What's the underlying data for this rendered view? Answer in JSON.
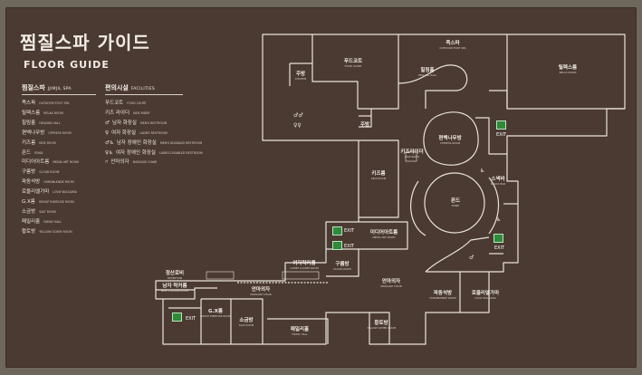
{
  "title": {
    "korean": "찜질스파 가이드",
    "english": "FLOOR GUIDE"
  },
  "legend": {
    "spa": {
      "heading": "찜질스파",
      "heading_en": "JJIMJIL SPA",
      "items": [
        {
          "ko": "족스파",
          "en": "OUTDOOR FOOT SPA"
        },
        {
          "ko": "릴렉스룸",
          "en": "RELAX ROOM"
        },
        {
          "ko": "힐링홀",
          "en": "HEALING HALL"
        },
        {
          "ko": "편백나무방",
          "en": "CYPRESS ROOM"
        },
        {
          "ko": "키즈룸",
          "en": "KIDS ROOM"
        },
        {
          "ko": "폰드",
          "en": "POND"
        },
        {
          "ko": "미디어아트룸",
          "en": "MEDIA ART ROOM"
        },
        {
          "ko": "구름방",
          "en": "CLOUD ROOM"
        },
        {
          "ko": "파동석방",
          "en": "HORNBLENDE ROOM"
        },
        {
          "ko": "로울리엘가마",
          "en": "LOVLY BULGAMA"
        },
        {
          "ko": "G.X룸",
          "en": "GROUP EXERCISE ROOM"
        },
        {
          "ko": "소금방",
          "en": "SALT ROOM"
        },
        {
          "ko": "패밀리홀",
          "en": "FAMILY HALL"
        },
        {
          "ko": "황토방",
          "en": "YELLOW OCHER ROOM"
        }
      ]
    },
    "facilities": {
      "heading": "편의시설",
      "heading_en": "FACILITIES",
      "items": [
        {
          "ko": "푸드코트",
          "en": "FOOD COURT"
        },
        {
          "ko": "키즈 라이더",
          "en": "KIDS RIDER"
        },
        {
          "ko": "남자 화장실",
          "en": "MEN'S RESTROOM",
          "icon": "man-icon"
        },
        {
          "ko": "여자 화장실",
          "en": "LADIES RESTROOM",
          "icon": "woman-icon"
        },
        {
          "ko": "남자 장애인 화장실",
          "en": "MEN'S DISABLED RESTROOM",
          "icon": "man-disabled-icon"
        },
        {
          "ko": "여자 장애인 화장실",
          "en": "LADIES DISABLED RESTROOM",
          "icon": "woman-disabled-icon"
        },
        {
          "ko": "안마의자",
          "en": "MASSAGE CHAIR",
          "icon": "massage-chair-icon"
        }
      ]
    }
  },
  "map": {
    "rooms": [
      {
        "id": "food-court",
        "ko": "푸드코트",
        "en": "FOOD COURT"
      },
      {
        "id": "foot-spa",
        "ko": "족스파",
        "en": "OUTDOOR FOOT SPA"
      },
      {
        "id": "relax",
        "ko": "릴렉스룸",
        "en": "RELAX ROOM"
      },
      {
        "id": "healing",
        "ko": "힐링홀",
        "en": "HEALING HALL"
      },
      {
        "id": "kitchen",
        "ko": "주방",
        "en": "KITCHEN"
      },
      {
        "id": "kitchen2",
        "ko": "주방",
        "en": ""
      },
      {
        "id": "cypress",
        "ko": "편백나무방",
        "en": "CYPRESS ROOM"
      },
      {
        "id": "kids",
        "ko": "키즈룸",
        "en": "KIDS ROOM"
      },
      {
        "id": "kids-rider",
        "ko": "키즈라이더",
        "en": "KIDS RIDER"
      },
      {
        "id": "pond",
        "ko": "폰드",
        "en": "POND"
      },
      {
        "id": "snack",
        "ko": "스넥바",
        "en": "SNACK BAR"
      },
      {
        "id": "media",
        "ko": "미디어아트룸",
        "en": "MEDIA ART ROOM"
      },
      {
        "id": "ladies-locker",
        "ko": "여자락커룸",
        "en": "LADIES LOCKER ROOM"
      },
      {
        "id": "cloud",
        "ko": "구름방",
        "en": "CLOUD ROOM"
      },
      {
        "id": "reception",
        "ko": "정산로비",
        "en": "RECEPTION"
      },
      {
        "id": "mens-locker",
        "ko": "남자 락커룸",
        "en": "MEN'S LOCKER ROOM"
      },
      {
        "id": "massage",
        "ko": "안마의자",
        "en": "MASSAGE CHAIR"
      },
      {
        "id": "massage2",
        "ko": "안마의자",
        "en": "MASSAGE CHAIR"
      },
      {
        "id": "hornblende",
        "ko": "파동석방",
        "en": "HORNBLENDE ROOM"
      },
      {
        "id": "bulgama",
        "ko": "로울리엘가마",
        "en": "LOVLY BULGAMA"
      },
      {
        "id": "gx",
        "ko": "G.X룸",
        "en": "GROUP EXERCISE ROOM"
      },
      {
        "id": "salt",
        "ko": "소금방",
        "en": "SALT ROOM"
      },
      {
        "id": "family",
        "ko": "패밀리홀",
        "en": "FAMILY HALL"
      },
      {
        "id": "ocher",
        "ko": "황토방",
        "en": "YELLOW OCHER ROOM"
      }
    ],
    "exit_label": "EXIT"
  },
  "colors": {
    "board": "#4a3a31",
    "frame": "#6e675c",
    "line": "#e9e3dc",
    "exit": "#2f8a3a"
  }
}
